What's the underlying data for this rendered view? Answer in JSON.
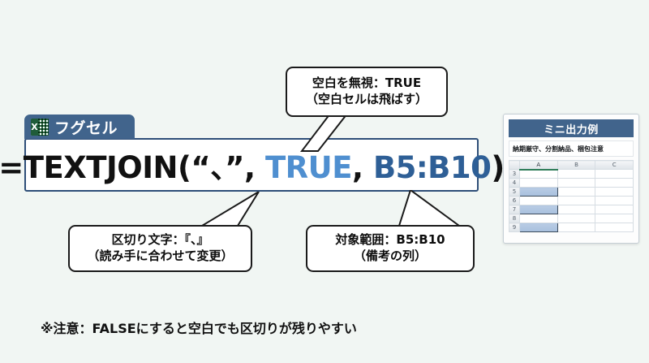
{
  "background_color": "#f1f6f3",
  "accent_color": "#41648c",
  "tab": {
    "icon": "excel-icon",
    "icon_letter": "X",
    "label": "フグセル"
  },
  "formula": {
    "prefix": "=TEXTJOIN(“、”, ",
    "true_arg": "TRUE",
    "separator": ", ",
    "range_arg": "B5:B10",
    "suffix": ")",
    "true_color": "#4f8fd0",
    "range_color": "#2e5f96"
  },
  "callouts": {
    "top": {
      "line1": "空白を無視：TRUE",
      "line2": "（空白セルは飛ばす）"
    },
    "left": {
      "line1": "区切り文字：『、』",
      "line2": "（読み手に合わせて変更）"
    },
    "right": {
      "line1": "対象範囲：B5:B10",
      "line2": "（備考の列）"
    }
  },
  "note": "※注意：FALSEにすると空白でも区切りが残りやすい",
  "mini_panel": {
    "title": "ミニ出力例",
    "result_text": "納期厳守、分割納品、梱包注意",
    "columns": [
      "A",
      "B",
      "C"
    ],
    "selected_column": "A",
    "rows": [
      {
        "number": "3",
        "highlight": false
      },
      {
        "number": "4",
        "highlight": false
      },
      {
        "number": "5",
        "highlight": true
      },
      {
        "number": "6",
        "highlight": false
      },
      {
        "number": "7",
        "highlight": true
      },
      {
        "number": "8",
        "highlight": false
      },
      {
        "number": "9",
        "highlight": true
      }
    ]
  }
}
